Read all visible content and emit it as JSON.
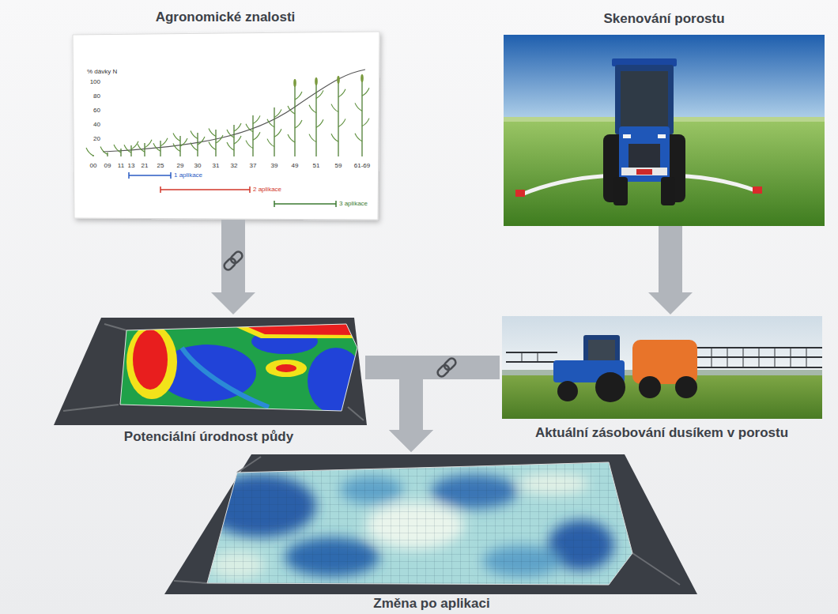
{
  "diagram": {
    "nodes": [
      {
        "text": [
          "Agronomické znalosti"
        ]
      },
      {
        "text": [
          "Skenování porostu"
        ]
      },
      {
        "text": [
          "Potenciální úrodnost půdy"
        ]
      },
      {
        "text": [
          "Aktuální zásobování dusíkem v porostu"
        ]
      },
      {
        "text": [
          "Změna po aplikaci"
        ]
      }
    ],
    "edges": [
      {
        "from": 0,
        "to": 2,
        "arrow": "to"
      },
      {
        "from": 1,
        "to": 3,
        "arrow": "to"
      },
      {
        "from": 2,
        "to": 4,
        "arrow": "to"
      },
      {
        "from": 3,
        "to": 4,
        "arrow": "to"
      }
    ],
    "labels": [
      "% dávky N",
      "100",
      "80",
      "60",
      "40",
      "20",
      "00",
      "09",
      "11",
      "13",
      "21",
      "25",
      "29",
      "30",
      "31",
      "32",
      "37",
      "39",
      "49",
      "51",
      "59",
      "61-69",
      "1 aplikace",
      "2 aplikace",
      "3 aplikace"
    ]
  }
}
